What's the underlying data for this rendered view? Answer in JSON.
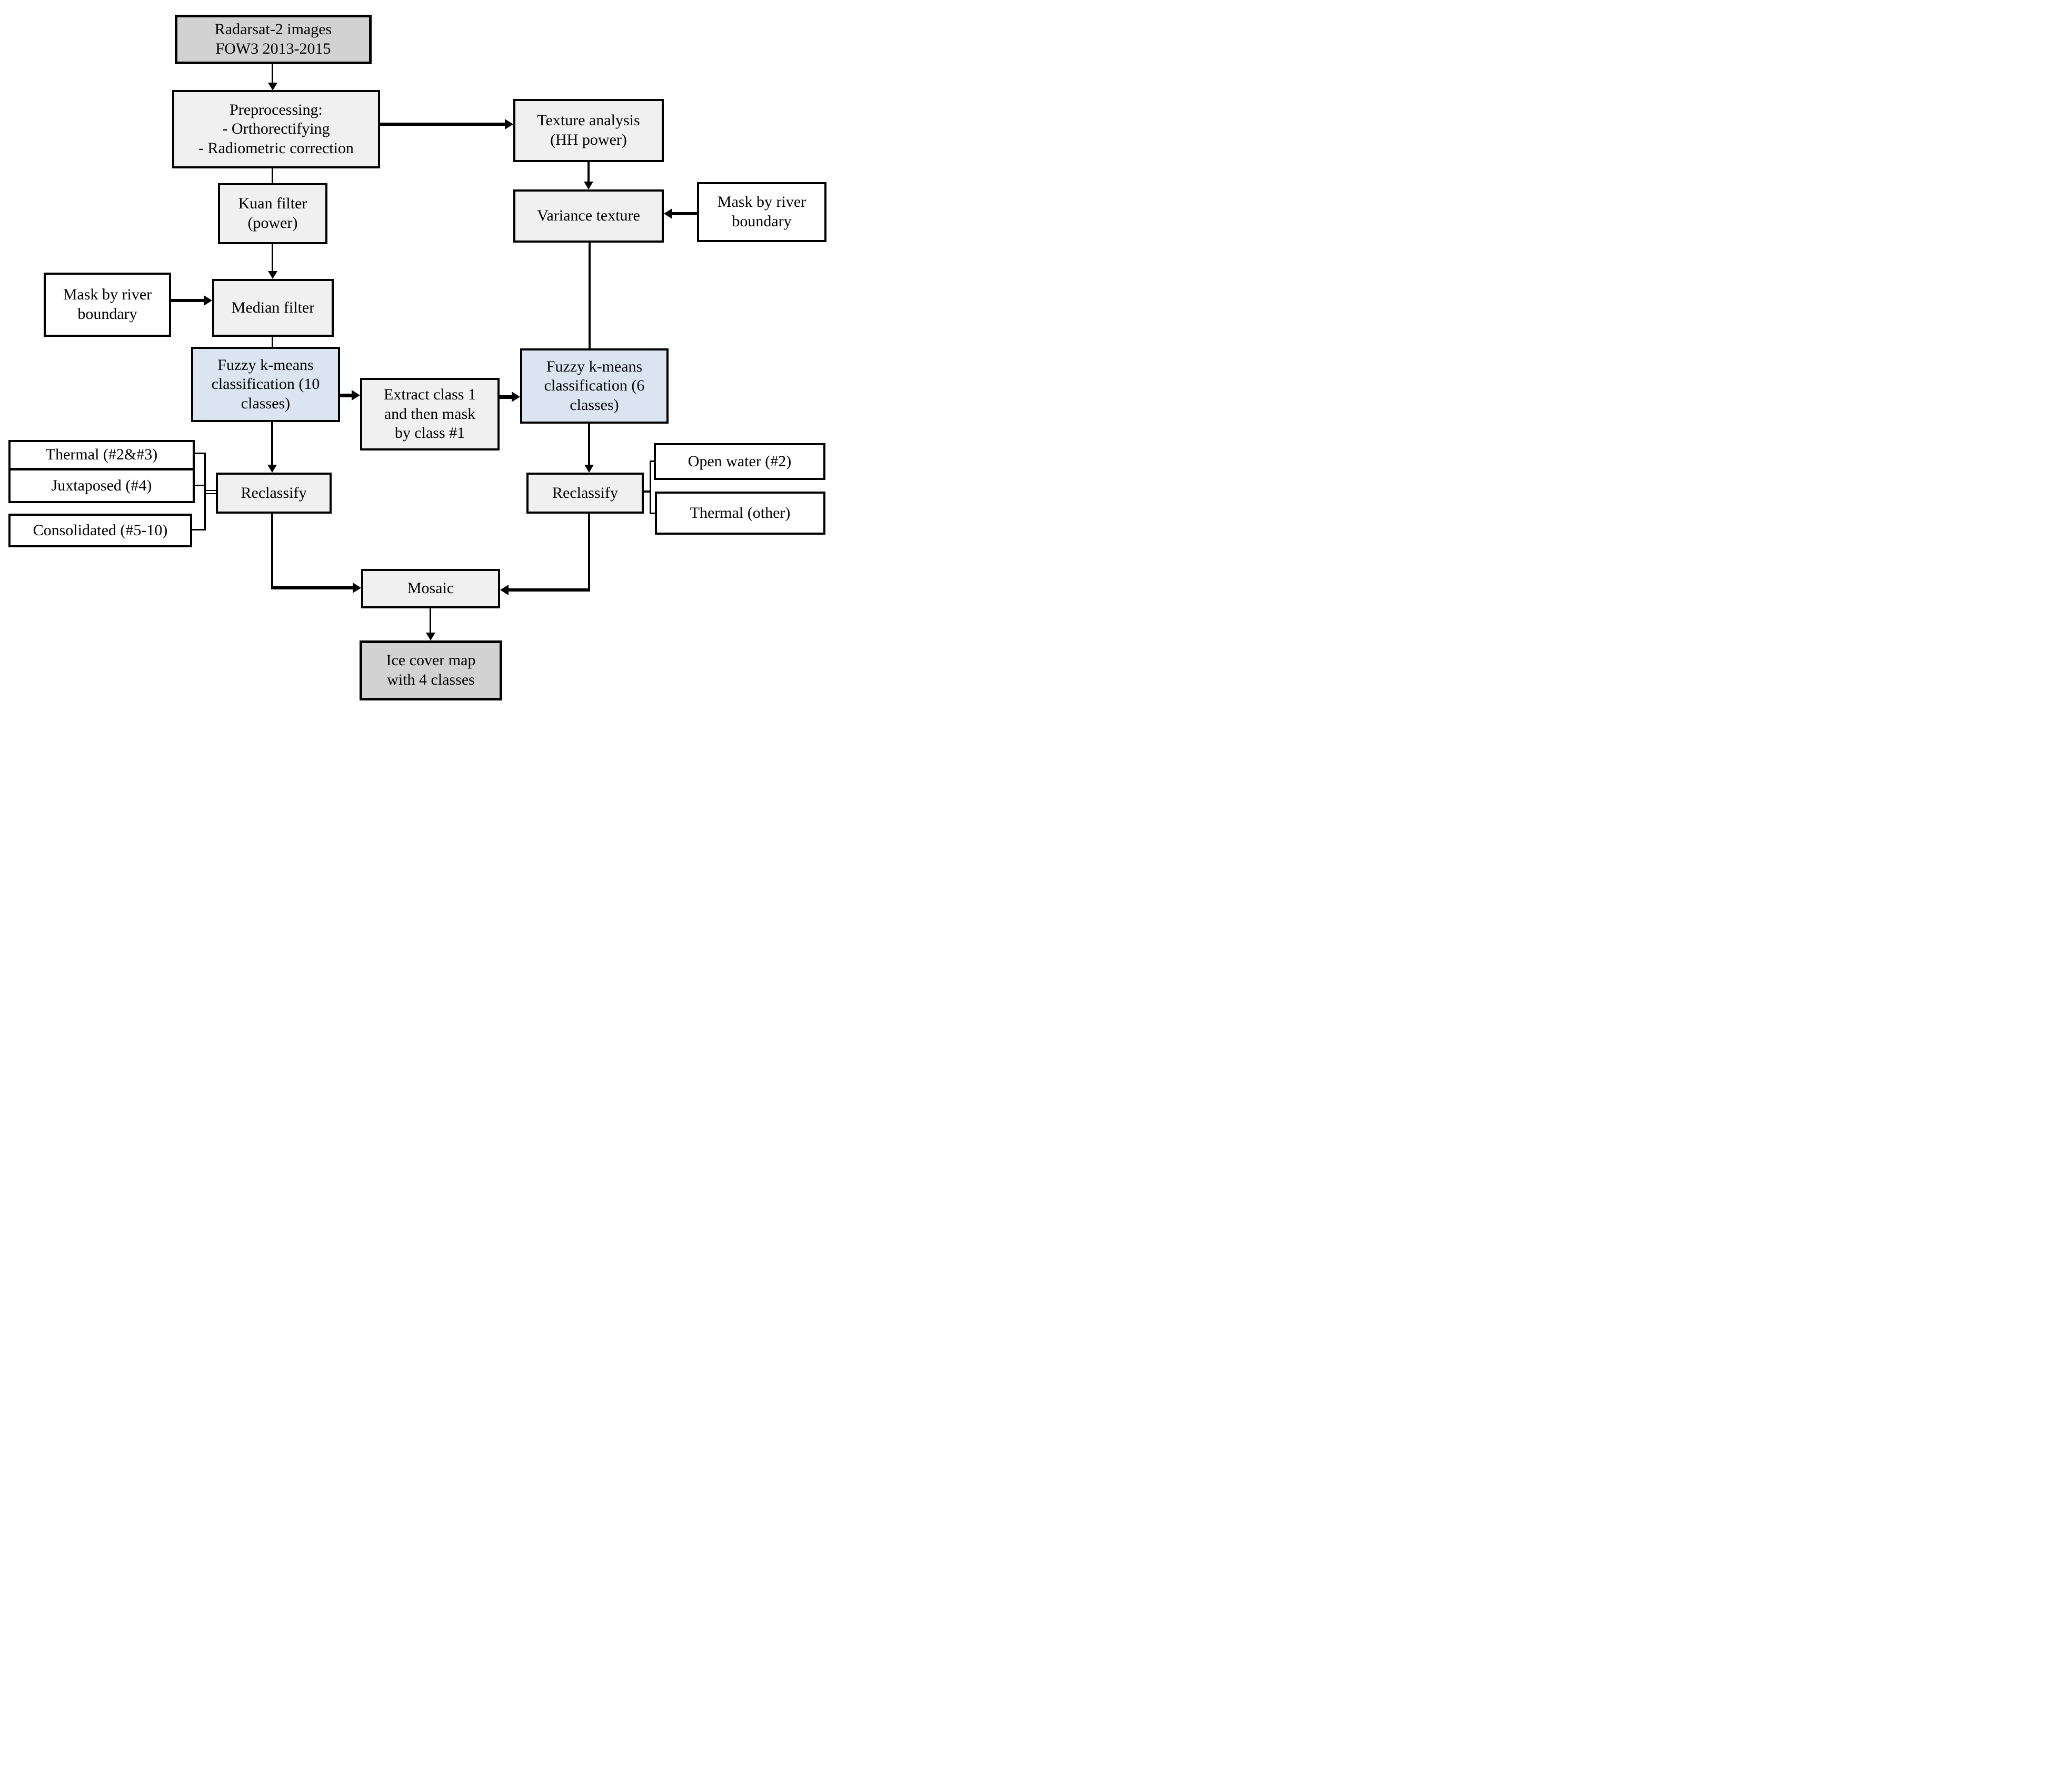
{
  "colors": {
    "node_dark": "#d2d2d2",
    "node_light": "#f0f0f0",
    "node_blue": "#dbe5f1",
    "node_white": "#ffffff",
    "border": "#000000"
  },
  "nodes": {
    "radarsat": {
      "lines": [
        "Radarsat-2 images",
        "FOW3 2013-2015"
      ]
    },
    "preprocessing": {
      "lines": [
        "Preprocessing:",
        "- Orthorectifying",
        "- Radiometric correction"
      ]
    },
    "texture_analysis": {
      "lines": [
        "Texture analysis",
        "(HH power)"
      ]
    },
    "kuan_filter": {
      "lines": [
        "Kuan filter",
        "(power)"
      ]
    },
    "variance_texture": {
      "label": "Variance texture"
    },
    "mask_river_right": {
      "lines": [
        "Mask by river",
        "boundary"
      ]
    },
    "mask_river_left": {
      "lines": [
        "Mask by river",
        "boundary"
      ]
    },
    "median_filter": {
      "label": "Median filter"
    },
    "fuzzy_kmeans_10": {
      "lines": [
        "Fuzzy k-means",
        "classification (10",
        "classes)"
      ]
    },
    "extract_class": {
      "lines": [
        "Extract class 1",
        "and then mask",
        "by class #1"
      ]
    },
    "fuzzy_kmeans_6": {
      "lines": [
        "Fuzzy k-means",
        "classification (6",
        "classes)"
      ]
    },
    "thermal": {
      "label": "Thermal (#2&#3)"
    },
    "juxtaposed": {
      "label": "Juxtaposed (#4)"
    },
    "consolidated": {
      "label": "Consolidated (#5-10)"
    },
    "reclassify_left": {
      "label": "Reclassify"
    },
    "reclassify_right": {
      "label": "Reclassify"
    },
    "open_water": {
      "label": "Open water (#2)"
    },
    "thermal_other": {
      "label": "Thermal (other)"
    },
    "mosaic": {
      "label": "Mosaic"
    },
    "ice_cover": {
      "lines": [
        "Ice cover map",
        "with 4 classes"
      ]
    }
  }
}
